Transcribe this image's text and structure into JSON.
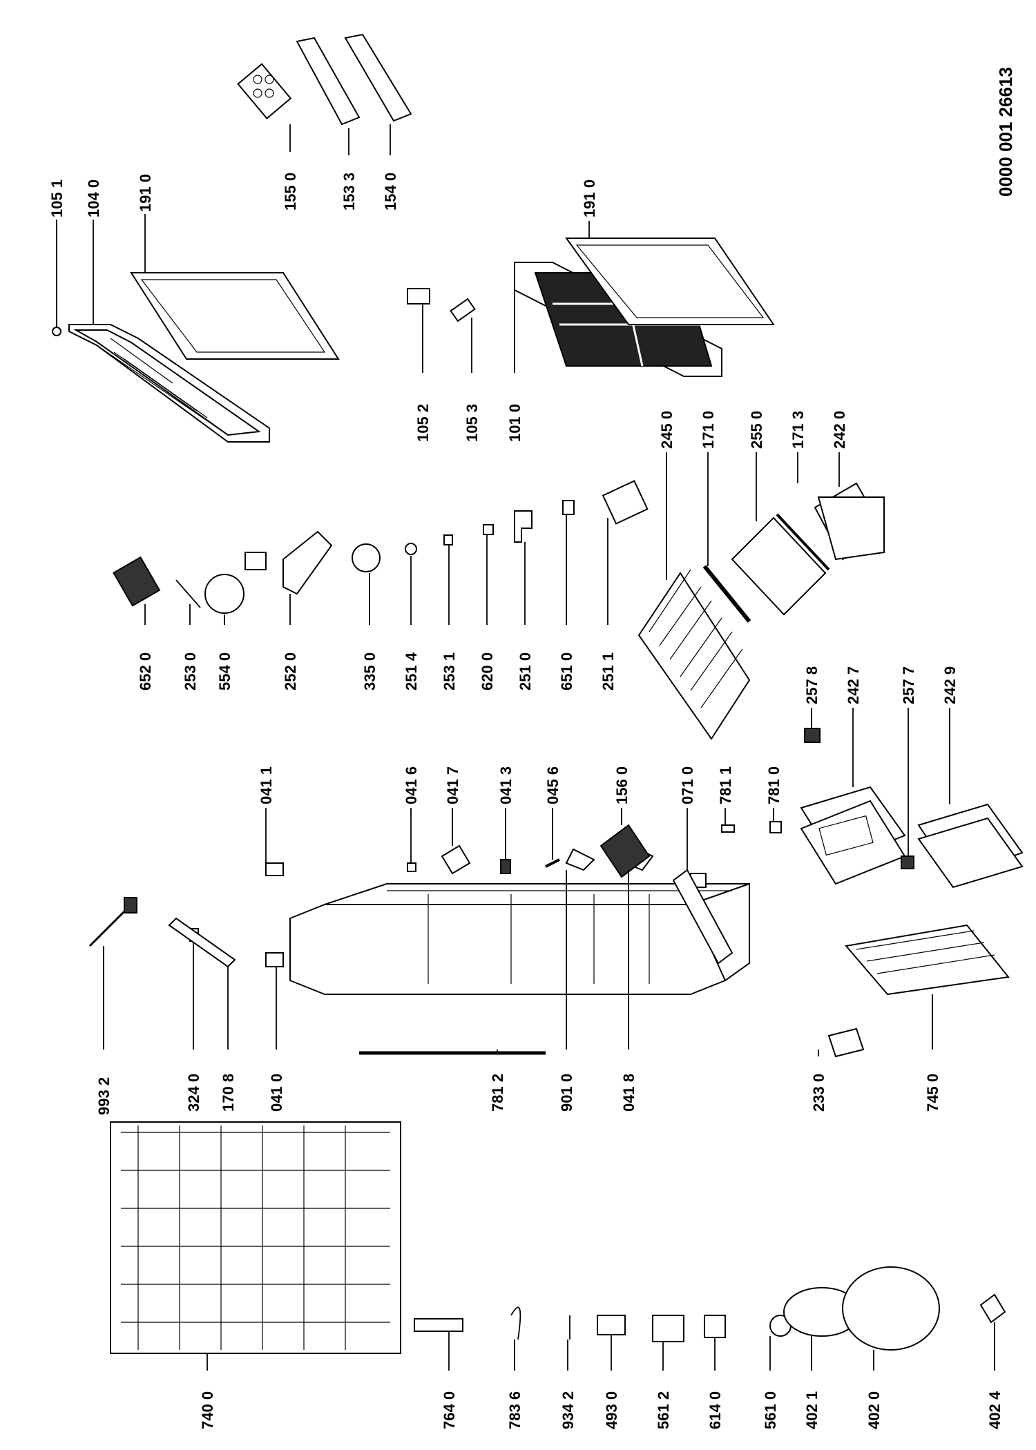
{
  "document_code": "0000 001 26613",
  "parts": [
    {
      "id": "p1051",
      "label": "105 1"
    },
    {
      "id": "p1040",
      "label": "104 0"
    },
    {
      "id": "p1910a",
      "label": "191 0"
    },
    {
      "id": "p1550",
      "label": "155 0"
    },
    {
      "id": "p1533",
      "label": "153 3"
    },
    {
      "id": "p1540",
      "label": "154 0"
    },
    {
      "id": "p1910b",
      "label": "191 0"
    },
    {
      "id": "p1052",
      "label": "105 2"
    },
    {
      "id": "p1053",
      "label": "105 3"
    },
    {
      "id": "p1010",
      "label": "101 0"
    },
    {
      "id": "p2450",
      "label": "245 0"
    },
    {
      "id": "p1710",
      "label": "171 0"
    },
    {
      "id": "p2550",
      "label": "255 0"
    },
    {
      "id": "p1713",
      "label": "171 3"
    },
    {
      "id": "p2420",
      "label": "242 0"
    },
    {
      "id": "p6520",
      "label": "652 0"
    },
    {
      "id": "p2530",
      "label": "253 0"
    },
    {
      "id": "p5540",
      "label": "554 0"
    },
    {
      "id": "p2520",
      "label": "252 0"
    },
    {
      "id": "p3350",
      "label": "335 0"
    },
    {
      "id": "p2514",
      "label": "251 4"
    },
    {
      "id": "p2531",
      "label": "253 1"
    },
    {
      "id": "p6200",
      "label": "620 0"
    },
    {
      "id": "p2510",
      "label": "251 0"
    },
    {
      "id": "p6510",
      "label": "651 0"
    },
    {
      "id": "p2511",
      "label": "251 1"
    },
    {
      "id": "p2578",
      "label": "257 8"
    },
    {
      "id": "p2427",
      "label": "242 7"
    },
    {
      "id": "p2577",
      "label": "257 7"
    },
    {
      "id": "p2429",
      "label": "242 9"
    },
    {
      "id": "p0411",
      "label": "041 1"
    },
    {
      "id": "p0416",
      "label": "041 6"
    },
    {
      "id": "p0417",
      "label": "041 7"
    },
    {
      "id": "p0413",
      "label": "041 3"
    },
    {
      "id": "p0456",
      "label": "045 6"
    },
    {
      "id": "p1560",
      "label": "156 0"
    },
    {
      "id": "p0710",
      "label": "071 0"
    },
    {
      "id": "p7811",
      "label": "781 1"
    },
    {
      "id": "p7810",
      "label": "781 0"
    },
    {
      "id": "p9932",
      "label": "993 2"
    },
    {
      "id": "p3240",
      "label": "324 0"
    },
    {
      "id": "p1708",
      "label": "170 8"
    },
    {
      "id": "p0410",
      "label": "041 0"
    },
    {
      "id": "p7812",
      "label": "781 2"
    },
    {
      "id": "p9010",
      "label": "901 0"
    },
    {
      "id": "p0418",
      "label": "041 8"
    },
    {
      "id": "p2330",
      "label": "233 0"
    },
    {
      "id": "p7450",
      "label": "745 0"
    },
    {
      "id": "p7400",
      "label": "740 0"
    },
    {
      "id": "p7640",
      "label": "764 0"
    },
    {
      "id": "p7836",
      "label": "783 6"
    },
    {
      "id": "p9342",
      "label": "934 2"
    },
    {
      "id": "p4930",
      "label": "493 0"
    },
    {
      "id": "p5612",
      "label": "561 2"
    },
    {
      "id": "p6140",
      "label": "614 0"
    },
    {
      "id": "p5610",
      "label": "561 0"
    },
    {
      "id": "p4021",
      "label": "402 1"
    },
    {
      "id": "p4020",
      "label": "402 0"
    },
    {
      "id": "p4024",
      "label": "402 4"
    }
  ]
}
